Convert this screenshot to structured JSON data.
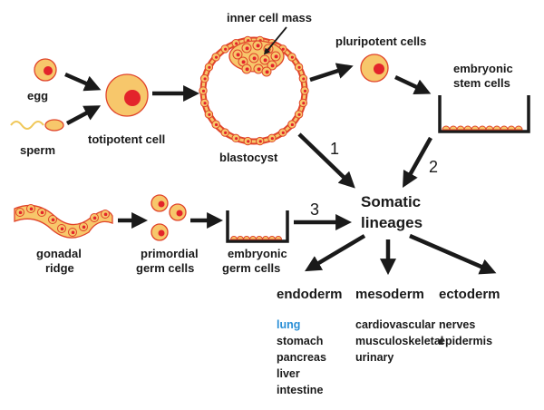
{
  "labels": {
    "egg": "egg",
    "sperm": "sperm",
    "totipotent": "totipotent cell",
    "inner_cell_mass": "inner cell mass",
    "blastocyst": "blastocyst",
    "pluripotent": "pluripotent cells",
    "embryonic_stem_1": "embryonic",
    "embryonic_stem_2": "stem cells",
    "gonadal_1": "gonadal",
    "gonadal_2": "ridge",
    "primordial_1": "primordial",
    "primordial_2": "germ cells",
    "embryonic_germ_1": "embryonic",
    "embryonic_germ_2": "germ cells",
    "somatic_1": "Somatic",
    "somatic_2": "lineages"
  },
  "route_numbers": [
    "1",
    "2",
    "3"
  ],
  "lineages": [
    {
      "name": "endoderm",
      "items": [
        "lung",
        "stomach",
        "pancreas",
        "liver",
        "intestine"
      ],
      "highlight_index": 0
    },
    {
      "name": "mesoderm",
      "items": [
        "cardiovascular",
        "musculoskeletal",
        "urinary"
      ],
      "highlight_index": -1
    },
    {
      "name": "ectoderm",
      "items": [
        "nerves",
        "epidermis"
      ],
      "highlight_index": -1
    }
  ],
  "colors": {
    "cell_fill": "#f7c76b",
    "cell_outline": "#e0442a",
    "nucleus": "#e3242b",
    "sperm_tail": "#f0c85a",
    "highlight_text": "#2a8fd6",
    "text": "#1a1a1a"
  }
}
